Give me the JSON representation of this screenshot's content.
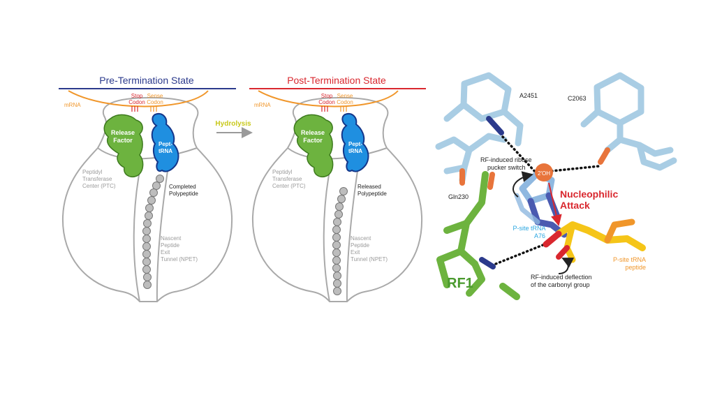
{
  "pre_state": {
    "title": "Pre-Termination State",
    "mrna": "mRNA",
    "stop_codon": [
      "Stop",
      "Codon"
    ],
    "sense_codon": [
      "Sense",
      "Codon"
    ],
    "release_factor": [
      "Release",
      "Factor"
    ],
    "pept_trna": [
      "Pept-",
      "tRNA"
    ],
    "ptc": [
      "Peptidyl",
      "Transferase",
      "Center (PTC)"
    ],
    "polypeptide": [
      "Completed",
      "Polypeptide"
    ],
    "npet": [
      "Nascent",
      "Peptide",
      "Exit",
      "Tunnel (NPET)"
    ]
  },
  "arrow_label": "Hydrolysis",
  "post_state": {
    "title": "Post-Termination State",
    "mrna": "mRNA",
    "stop_codon": [
      "Stop",
      "Codon"
    ],
    "sense_codon": [
      "Sense",
      "Codon"
    ],
    "release_factor": [
      "Release",
      "Factor"
    ],
    "pept_trna": [
      "Pept-",
      "tRNA"
    ],
    "ptc": [
      "Peptidyl",
      "Transferase",
      "Center (PTC)"
    ],
    "polypeptide": [
      "Released",
      "Polypeptide"
    ],
    "npet": [
      "Nascent",
      "Peptide",
      "Exit",
      "Tunnel (NPET)"
    ]
  },
  "structure": {
    "a2451": "A2451",
    "c2063": "C2063",
    "gln230": "Gln230",
    "ribose_switch": [
      "RF-induced ribose",
      "pucker switch"
    ],
    "oh": "2'OH",
    "nucleophilic": [
      "Nucleophilic",
      "Attack"
    ],
    "psite_a76": [
      "P-site tRNA",
      "A76"
    ],
    "psite_peptide": [
      "P-site tRNA",
      "peptide"
    ],
    "rf1": "RF1",
    "deflection": [
      "RF-induced deflection",
      "of the carbonyl group"
    ]
  },
  "colors": {
    "pre_title": "#2b3a8c",
    "post_title": "#d9272e",
    "mrna": "#f0962a",
    "stop": "#d9272e",
    "release_factor": "#6db33f",
    "pept_trna": "#1f8fe0",
    "hydrolysis": "#c8c81a",
    "nucleophilic": "#d9272e",
    "a76": "#2aa6e0",
    "peptide": "#f0962a",
    "rf1": "#4a9a2e"
  }
}
